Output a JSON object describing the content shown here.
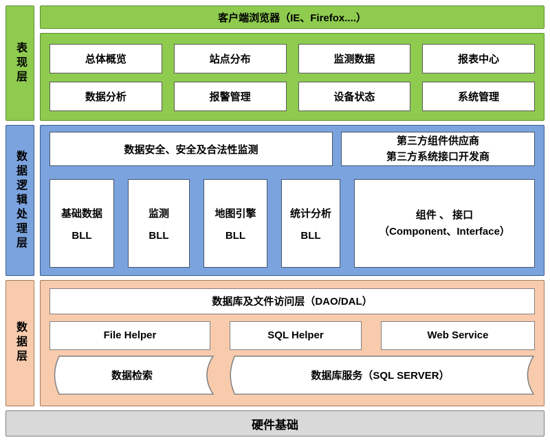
{
  "layers": {
    "presentation": {
      "label": "表现层",
      "browser_bar": "客户端浏览器（IE、Firefox....）",
      "modules": [
        "总体概览",
        "站点分布",
        "监测数据",
        "报表中心",
        "数据分析",
        "报警管理",
        "设备状态",
        "系统管理"
      ]
    },
    "logic": {
      "label": "数据逻辑处理层",
      "security_box": "数据安全、安全及合法性监测",
      "third_party": {
        "line1": "第三方组件供应商",
        "line2": "第三方系统接口开发商"
      },
      "bll": [
        {
          "line1": "基础数据",
          "line2": "BLL"
        },
        {
          "line1": "监测",
          "line2": "BLL"
        },
        {
          "line1": "地图引擎",
          "line2": "BLL"
        },
        {
          "line1": "统计分析",
          "line2": "BLL"
        }
      ],
      "component": {
        "line1": "组件 、 接口",
        "line2": "（Component、Interface）"
      }
    },
    "data": {
      "label": "数据层",
      "dao_box": "数据库及文件访问层（DAO/DAL）",
      "helpers": [
        "File Helper",
        "SQL Helper",
        "Web Service"
      ],
      "stores": [
        "数据检索",
        "数据库服务（SQL SERVER）"
      ]
    },
    "hardware": {
      "label": "硬件基础"
    }
  },
  "colors": {
    "green_fill": "#8ecb4f",
    "green_border": "#5f8e2f",
    "blue_fill": "#7ba3de",
    "blue_border": "#3a5a8f",
    "orange_fill": "#f8cbad",
    "orange_border": "#9f7b5d",
    "gray_fill": "#d9d9d9",
    "gray_border": "#7f7f7f",
    "text": "#000000"
  }
}
